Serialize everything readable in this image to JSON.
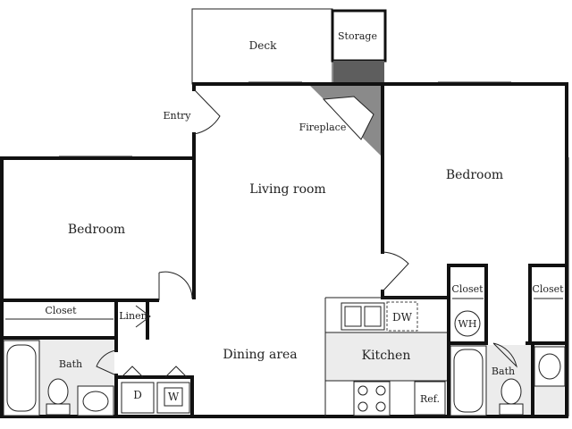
{
  "rooms": {
    "deck": "Deck",
    "storage": "Storage",
    "entry": "Entry",
    "fireplace": "Fireplace",
    "living_room": "Living room",
    "bedroom_left": "Bedroom",
    "bedroom_right": "Bedroom",
    "closet_left": "Closet",
    "linen": "Linen",
    "closet_right_a": "Closet",
    "closet_right_b": "Closet",
    "water_heater": "WH",
    "dishwasher": "DW",
    "kitchen": "Kitchen",
    "dining_area": "Dining area",
    "bath_left": "Bath",
    "bath_right": "Bath",
    "dryer": "D",
    "washer": "W",
    "refrigerator": "Ref."
  },
  "colors": {
    "wall": "#111111",
    "fireplace": "#8a8a8a",
    "kitchen_floor": "#ececec",
    "bath_floor": "#ececec"
  }
}
